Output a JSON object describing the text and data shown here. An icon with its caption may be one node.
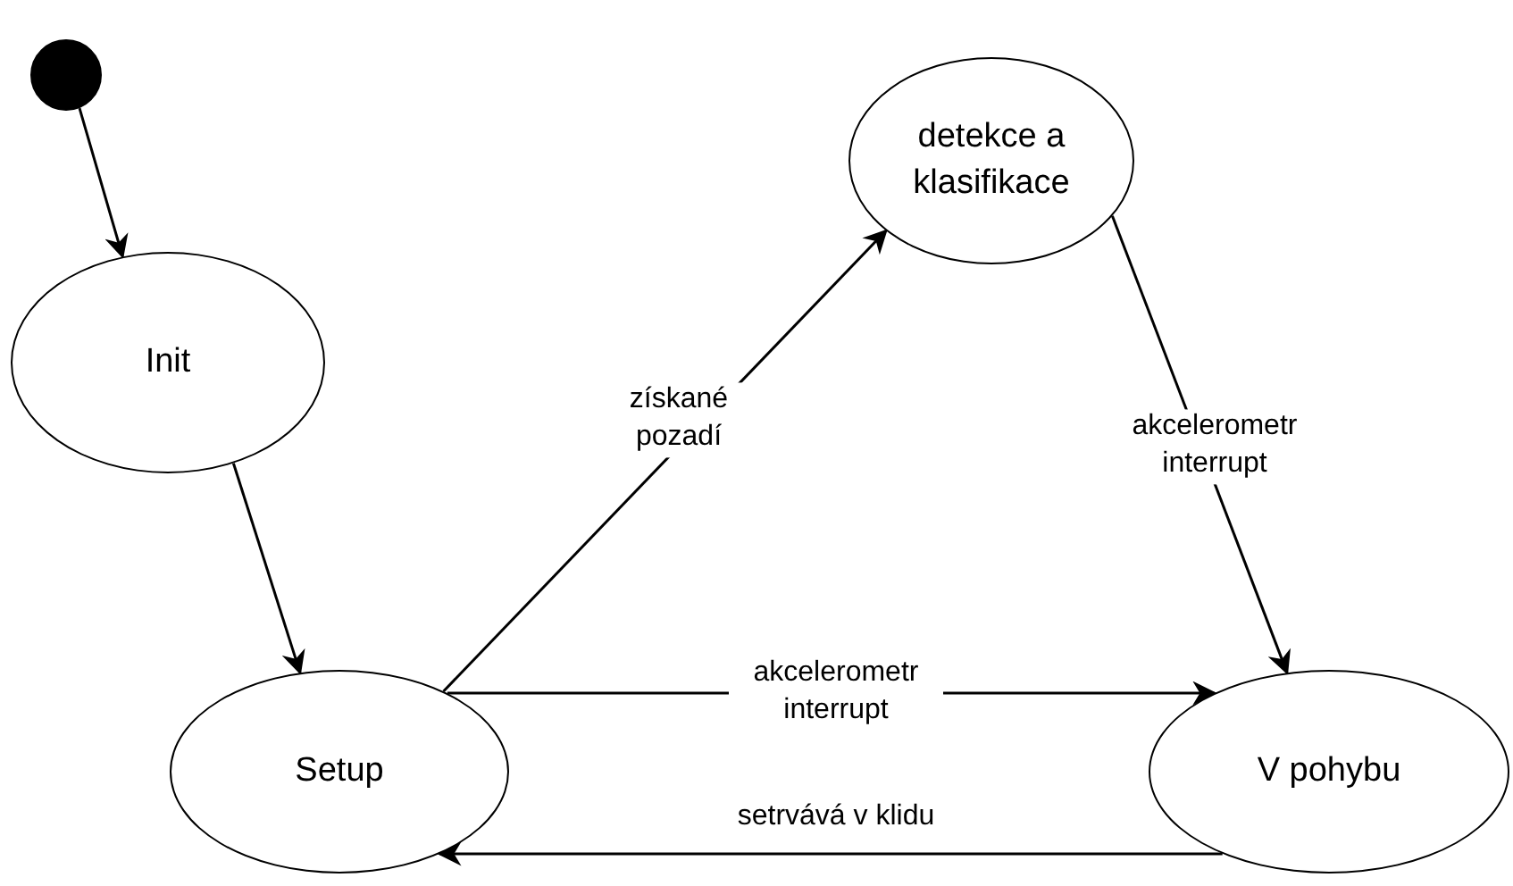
{
  "diagram": {
    "nodes": [
      {
        "text": [],
        "shape": "circle"
      },
      {
        "text": [
          "detekce a klasifikace"
        ]
      },
      {
        "text": [
          "Init"
        ]
      },
      {
        "text": [
          "Setup"
        ]
      },
      {
        "text": [
          "V pohybu"
        ]
      }
    ],
    "edges": [
      {
        "from": 0,
        "to": 2,
        "arrow": "to"
      },
      {
        "from": 2,
        "to": 3,
        "arrow": "to"
      },
      {
        "from": 3,
        "to": 1,
        "arrow": "to",
        "label": "získané pozadí"
      },
      {
        "from": 1,
        "to": 4,
        "arrow": "to",
        "label": "akcelerometr interrupt"
      },
      {
        "from": 3,
        "to": 4,
        "arrow": "to",
        "label": "akcelerometr interrupt"
      },
      {
        "from": 4,
        "to": 3,
        "arrow": "to",
        "label": "setrvává v klidu"
      }
    ]
  }
}
